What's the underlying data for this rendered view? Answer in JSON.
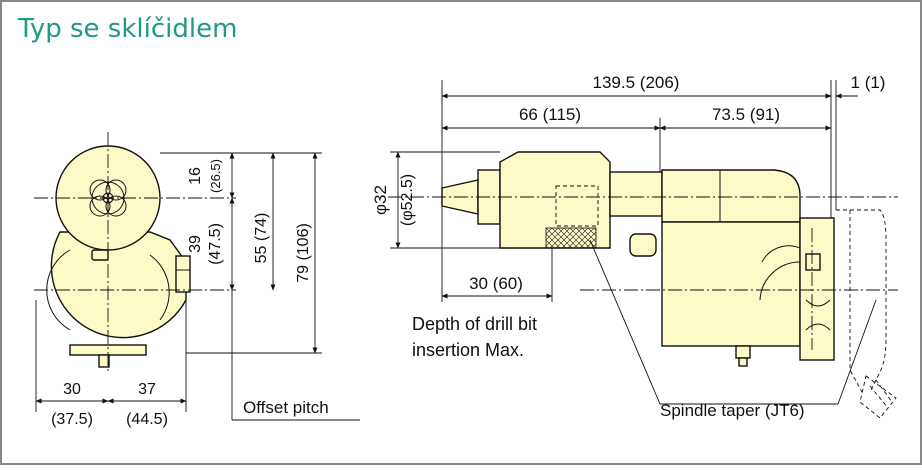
{
  "title": "Typ se sklíčidlem",
  "colors": {
    "title": "#1f9a83",
    "part_fill": "#fcfac6",
    "border": "#888888"
  },
  "front_view": {
    "dims": {
      "d16": "16",
      "d16_alt": "(26.5)",
      "d39": "39",
      "d39_alt": "(47.5)",
      "d55": "55 (74)",
      "d79": "79 (106)",
      "d30": "30",
      "d30_alt": "(37.5)",
      "d37": "37",
      "d37_alt": "(44.5)"
    },
    "offset_label": "Offset pitch"
  },
  "side_view": {
    "dims": {
      "total": "139.5 (206)",
      "gap": "1 (1)",
      "d66": "66 (115)",
      "d73": "73.5 (91)",
      "phi32": "φ32",
      "phi52": "(φ52.5)",
      "depth": "30 (60)"
    },
    "depth_note_line1": "Depth of drill bit",
    "depth_note_line2": "insertion Max.",
    "spindle_label": "Spindle taper (JT6)"
  }
}
